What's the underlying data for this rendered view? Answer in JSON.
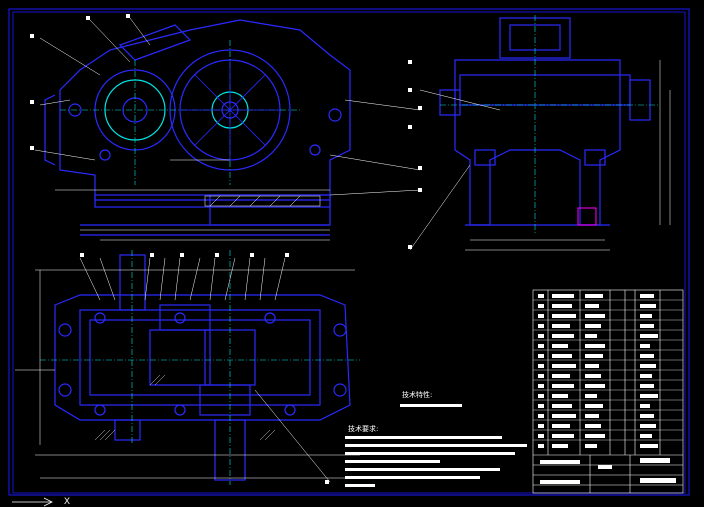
{
  "drawing": {
    "background": "#000000",
    "frame_color": "#1a1aff",
    "line_primary": "#2a2aff",
    "line_accent": "#00e5e5",
    "line_text": "#ffffff",
    "hatch_color": "#ff00ff"
  },
  "notes": {
    "tech_features_title": "技术特性:",
    "tech_requirements_title": "技术要求:"
  },
  "ucs_icon": "ucs-axis-icon",
  "ucs_axis_label": "X"
}
